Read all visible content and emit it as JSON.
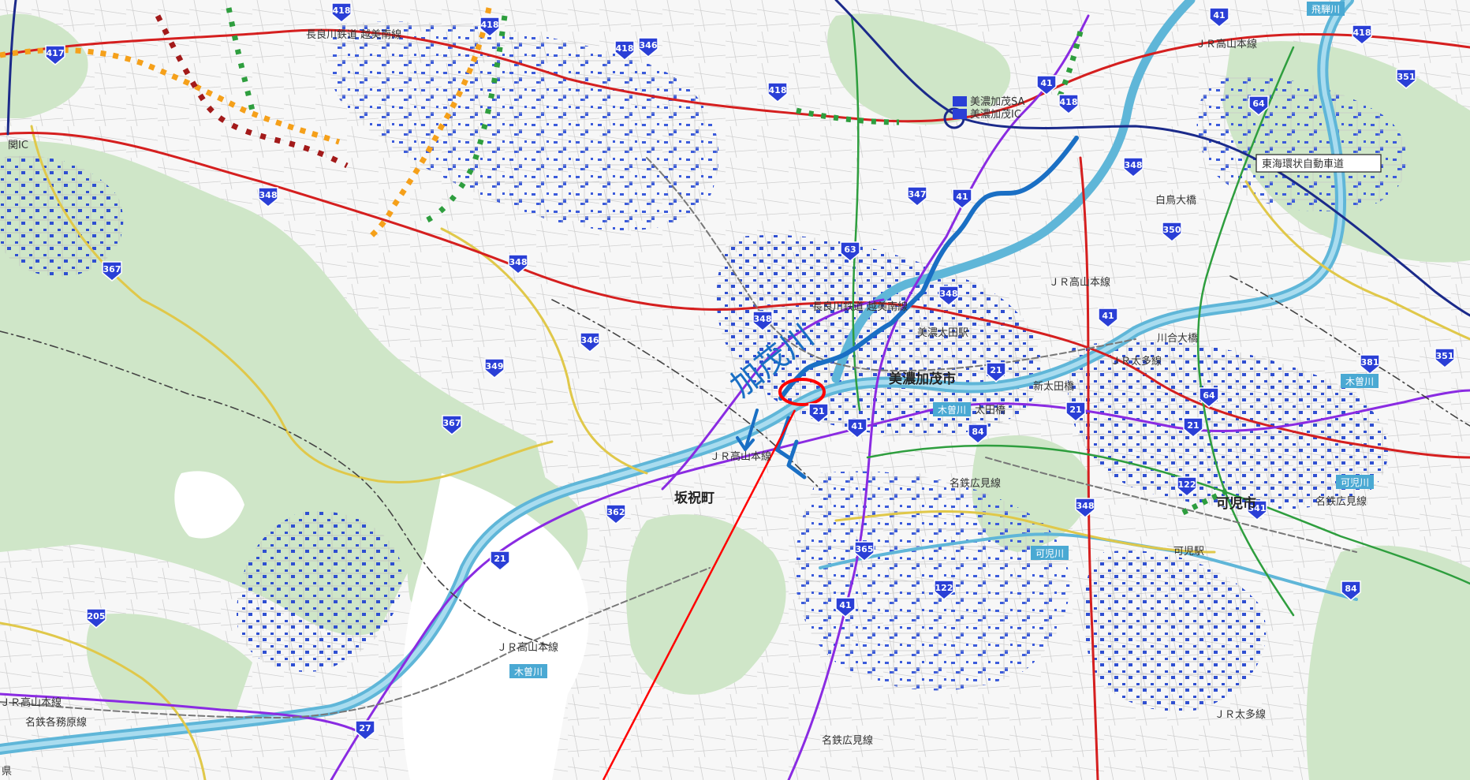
{
  "map": {
    "colors": {
      "background": "#ffffff",
      "forest": "#cfe6c8",
      "river": "#5fb6d8",
      "national_road": "#d51f1f",
      "prefectural_road": "#8a2be2",
      "local_road": "#e0c84a",
      "expressway": "#1b2a8a",
      "annotation": "#1a6fc4",
      "pointer": "#ff0000"
    },
    "labels": {
      "city_minokamo": "美濃加茂市",
      "city_kani": "可児市",
      "town_sakahogi": "坂祝町",
      "station_minoota": "美濃太田駅",
      "sa": "美濃加茂SA",
      "ic": "美濃加茂IC",
      "ic_seki": "関IC",
      "expressway_name": "東海環状自動車道",
      "rail_nagaragawa_1": "長良川鉄道 越美南線",
      "rail_nagaragawa_2": "長良川鉄道 越美南線",
      "rail_takayama_1": "ＪＲ高山本線",
      "rail_takayama_2": "ＪＲ高山本線",
      "rail_takayama_3": "ＪＲ高山本線",
      "rail_takayama_4": "ＪＲ高山本線",
      "rail_takayama_5": "ＪＲ高山本線",
      "rail_taita_1": "ＪＲ太多線",
      "rail_taita_2": "ＪＲ太多線",
      "rail_meitetsu_1": "名鉄広見線",
      "rail_meitetsu_2": "名鉄広見線",
      "rail_meitetsu_3": "名鉄広見線",
      "rail_meitetsu_kakamigahara": "名鉄各務原線",
      "bridge_ota": "太田橋",
      "bridge_shinota": "新太田橋",
      "bridge_kawai": "川合大橋",
      "bridge_shirakawa": "白鳥大橋",
      "river_kiso_1": "木曽川",
      "river_kiso_2": "木曽川",
      "river_kiso_3": "木曽川",
      "river_kani_1": "可児川",
      "river_kani_2": "可児川",
      "river_hida": "飛騨川",
      "station_kani": "可児駅",
      "prefecture": "県",
      "annotation_river": "加茂川"
    },
    "shields": {
      "r418_a": "418",
      "r418_b": "418",
      "r418_c": "418",
      "r418_d": "418",
      "r418_e": "418",
      "r418_f": "418",
      "r346_a": "346",
      "r346_b": "346",
      "r417": "417",
      "r41_a": "41",
      "r41_b": "41",
      "r41_c": "41",
      "r41_d": "41",
      "r41_e": "41",
      "r41_f": "41",
      "r64_a": "64",
      "r64_b": "64",
      "r351_a": "351",
      "r351_b": "351",
      "r348_a": "348",
      "r348_b": "348",
      "r348_c": "348",
      "r348_d": "348",
      "r348_e": "348",
      "r348_f": "348",
      "r347": "347",
      "r63": "63",
      "r350": "350",
      "r367_a": "367",
      "r367_b": "367",
      "r349": "349",
      "r21_a": "21",
      "r21_b": "21",
      "r21_c": "21",
      "r21_d": "21",
      "r21_e": "21",
      "r84_a": "84",
      "r84_b": "84",
      "r381": "381",
      "r122_a": "122",
      "r122_b": "122",
      "r341": "341",
      "r362": "362",
      "r365": "365",
      "r205": "205",
      "r27": "27"
    }
  }
}
